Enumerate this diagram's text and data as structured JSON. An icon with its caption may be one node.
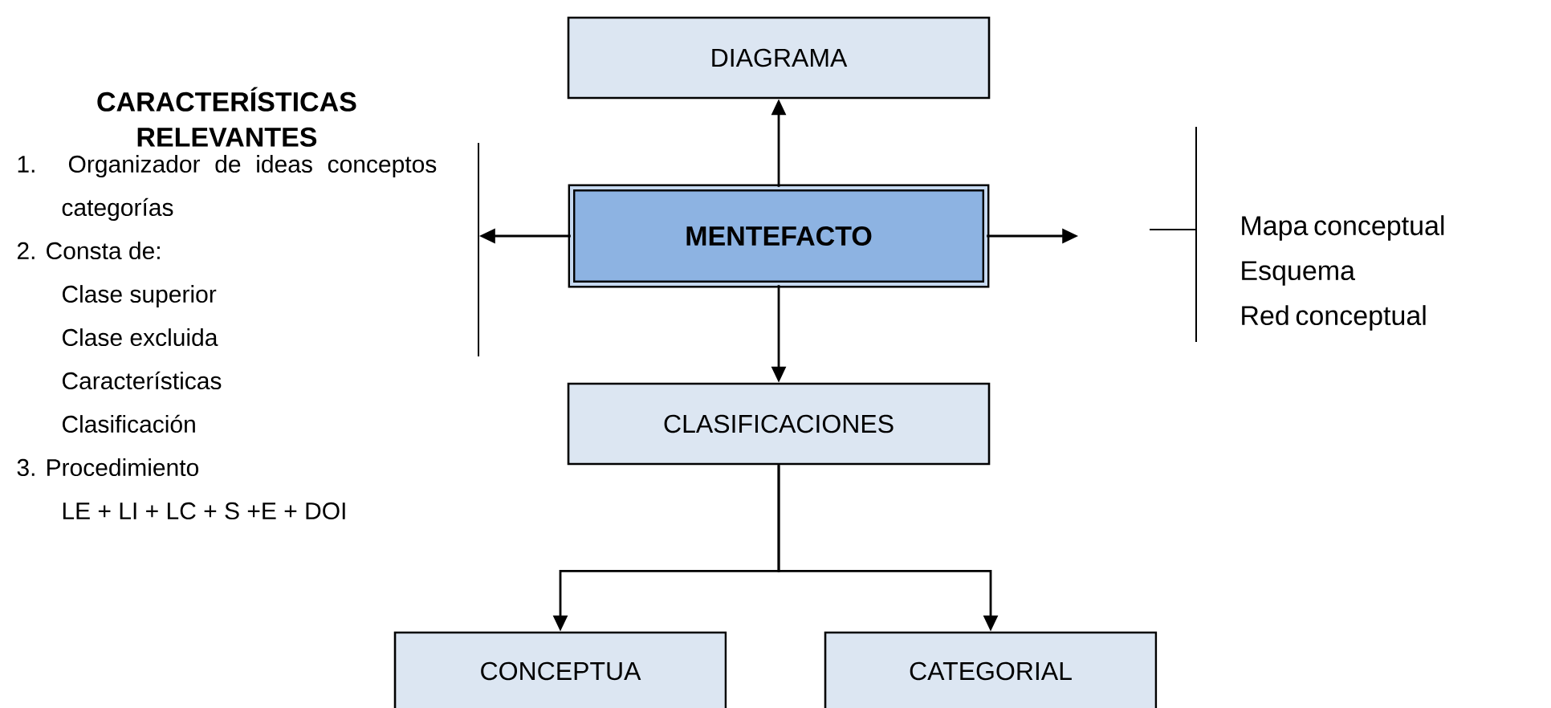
{
  "diagram": {
    "nodes": [
      {
        "text": [
          "DIAGRAMA"
        ]
      },
      {
        "text": [
          "MENTEFACTO"
        ]
      },
      {
        "text": [
          "CLASIFICACIONES"
        ]
      },
      {
        "text": [
          "CONCEPTUA"
        ]
      },
      {
        "text": [
          "CATEGORIAL"
        ]
      },
      {
        "text": [
          "CARACTERÍSTICAS RELEVANTES",
          "1. Organizador de ideas conceptos categorías",
          "2. Consta de:",
          "Clase superior",
          "Clase excluida",
          "Características",
          "Clasificación",
          "3. Procedimiento",
          "LE + LI + LC + S +E + DOI"
        ]
      },
      {
        "text": [
          "Mapa conceptual",
          "Esquema",
          "Red conceptual"
        ]
      }
    ],
    "edges": [
      {
        "from": 1,
        "to": 0,
        "arrow": "to"
      },
      {
        "from": 1,
        "to": 5,
        "arrow": "to"
      },
      {
        "from": 1,
        "to": null,
        "arrow": "to"
      },
      {
        "from": 1,
        "to": 2,
        "arrow": "to"
      },
      {
        "from": 2,
        "to": 3,
        "arrow": "to"
      },
      {
        "from": 2,
        "to": 4,
        "arrow": "to"
      }
    ]
  }
}
